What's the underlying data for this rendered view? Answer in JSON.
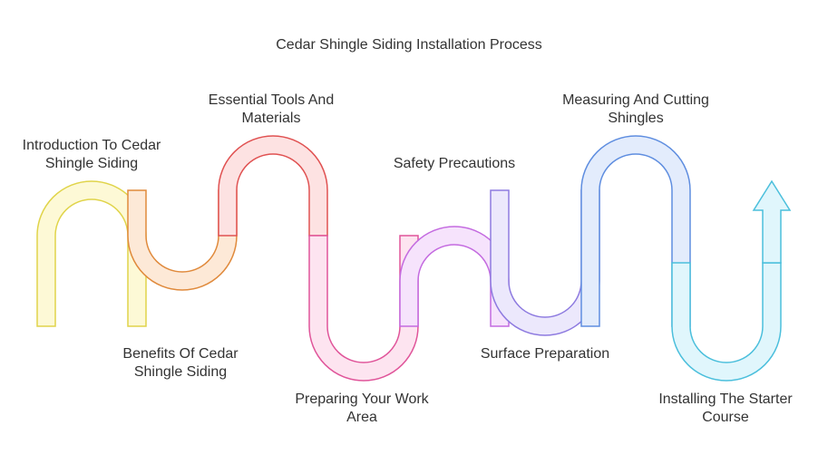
{
  "title": "Cedar Shingle Siding Installation Process",
  "steps": [
    {
      "label": "Introduction To Cedar Shingle Siding",
      "stroke": "#e0d44a",
      "fill": "#fdf9d6"
    },
    {
      "label": "Benefits Of Cedar Shingle Siding",
      "stroke": "#e08a3c",
      "fill": "#fde9d7"
    },
    {
      "label": "Essential Tools And Materials",
      "stroke": "#e05252",
      "fill": "#fde2e2"
    },
    {
      "label": "Preparing Your Work Area",
      "stroke": "#e0559a",
      "fill": "#fde4f0"
    },
    {
      "label": "Safety Precautions",
      "stroke": "#c46be0",
      "fill": "#f6e3fc"
    },
    {
      "label": "Surface Preparation",
      "stroke": "#8e7be0",
      "fill": "#ece8fc"
    },
    {
      "label": "Measuring And Cutting Shingles",
      "stroke": "#5f8ee0",
      "fill": "#e3ecfc"
    },
    {
      "label": "Installing The Starter Course",
      "stroke": "#4bbfdc",
      "fill": "#e0f6fc"
    }
  ]
}
